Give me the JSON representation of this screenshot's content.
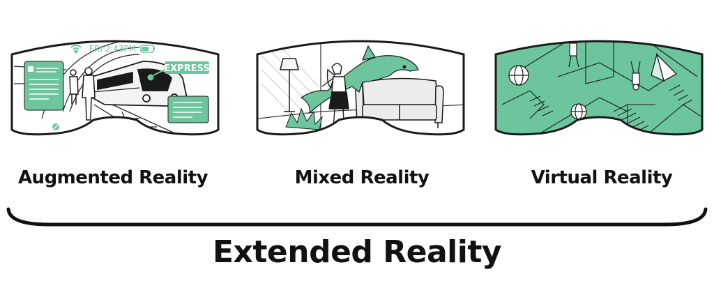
{
  "colors": {
    "accent_green": "#6cc59d",
    "light_green": "#a8dcc2",
    "ink": "#1a1a1a",
    "background": "#ffffff"
  },
  "panels": [
    {
      "label": "Augmented Reality",
      "hud": {
        "time": "FRI 2:43PM",
        "sign": "EXPRESS",
        "icons": [
          "wifi-icon",
          "battery-icon",
          "thumbs-up-icon",
          "compass-icon"
        ]
      }
    },
    {
      "label": "Mixed Reality"
    },
    {
      "label": "Virtual Reality"
    }
  ],
  "footer": {
    "title": "Extended Reality"
  }
}
